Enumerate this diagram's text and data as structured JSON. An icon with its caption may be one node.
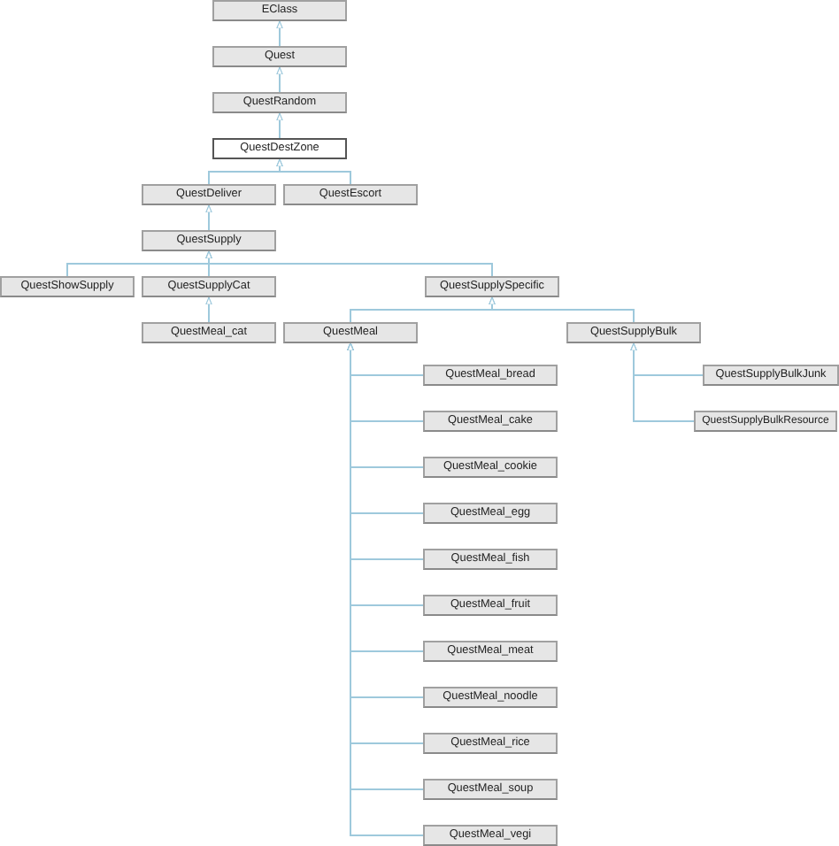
{
  "diagram": {
    "nodes": [
      {
        "text": [
          "EClass"
        ]
      },
      {
        "text": [
          "Quest"
        ]
      },
      {
        "text": [
          "QuestRandom"
        ]
      },
      {
        "text": [
          "QuestDestZone"
        ]
      },
      {
        "text": [
          "QuestDeliver"
        ]
      },
      {
        "text": [
          "QuestEscort"
        ]
      },
      {
        "text": [
          "QuestSupply"
        ]
      },
      {
        "text": [
          "QuestShowSupply"
        ]
      },
      {
        "text": [
          "QuestSupplyCat"
        ]
      },
      {
        "text": [
          "QuestSupplySpecific"
        ]
      },
      {
        "text": [
          "QuestMeal_cat"
        ]
      },
      {
        "text": [
          "QuestMeal"
        ]
      },
      {
        "text": [
          "QuestSupplyBulk"
        ]
      },
      {
        "text": [
          "QuestMeal_bread"
        ]
      },
      {
        "text": [
          "QuestMeal_cake"
        ]
      },
      {
        "text": [
          "QuestMeal_cookie"
        ]
      },
      {
        "text": [
          "QuestMeal_egg"
        ]
      },
      {
        "text": [
          "QuestMeal_fish"
        ]
      },
      {
        "text": [
          "QuestMeal_fruit"
        ]
      },
      {
        "text": [
          "QuestMeal_meat"
        ]
      },
      {
        "text": [
          "QuestMeal_noodle"
        ]
      },
      {
        "text": [
          "QuestMeal_rice"
        ]
      },
      {
        "text": [
          "QuestMeal_soup"
        ]
      },
      {
        "text": [
          "QuestMeal_vegi"
        ]
      },
      {
        "text": [
          "QuestSupplyBulkJunk"
        ]
      },
      {
        "text": [
          "QuestSupplyBulkResource"
        ]
      }
    ],
    "edges": [
      {
        "from": 1,
        "to": 0,
        "arrow": "to"
      },
      {
        "from": 2,
        "to": 1,
        "arrow": "to"
      },
      {
        "from": 3,
        "to": 2,
        "arrow": "to"
      },
      {
        "from": 4,
        "to": 3,
        "arrow": "to"
      },
      {
        "from": 5,
        "to": 3,
        "arrow": "to"
      },
      {
        "from": 6,
        "to": 4,
        "arrow": "to"
      },
      {
        "from": 7,
        "to": 6,
        "arrow": "to"
      },
      {
        "from": 8,
        "to": 6,
        "arrow": "to"
      },
      {
        "from": 9,
        "to": 6,
        "arrow": "to"
      },
      {
        "from": 10,
        "to": 8,
        "arrow": "to"
      },
      {
        "from": 11,
        "to": 9,
        "arrow": "to"
      },
      {
        "from": 12,
        "to": 9,
        "arrow": "to"
      },
      {
        "from": 13,
        "to": 11,
        "arrow": "to"
      },
      {
        "from": 14,
        "to": 11,
        "arrow": "to"
      },
      {
        "from": 15,
        "to": 11,
        "arrow": "to"
      },
      {
        "from": 16,
        "to": 11,
        "arrow": "to"
      },
      {
        "from": 17,
        "to": 11,
        "arrow": "to"
      },
      {
        "from": 18,
        "to": 11,
        "arrow": "to"
      },
      {
        "from": 19,
        "to": 11,
        "arrow": "to"
      },
      {
        "from": 20,
        "to": 11,
        "arrow": "to"
      },
      {
        "from": 21,
        "to": 11,
        "arrow": "to"
      },
      {
        "from": 22,
        "to": 11,
        "arrow": "to"
      },
      {
        "from": 23,
        "to": 11,
        "arrow": "to"
      },
      {
        "from": 24,
        "to": 12,
        "arrow": "to"
      },
      {
        "from": 25,
        "to": 12,
        "arrow": "to"
      }
    ]
  }
}
